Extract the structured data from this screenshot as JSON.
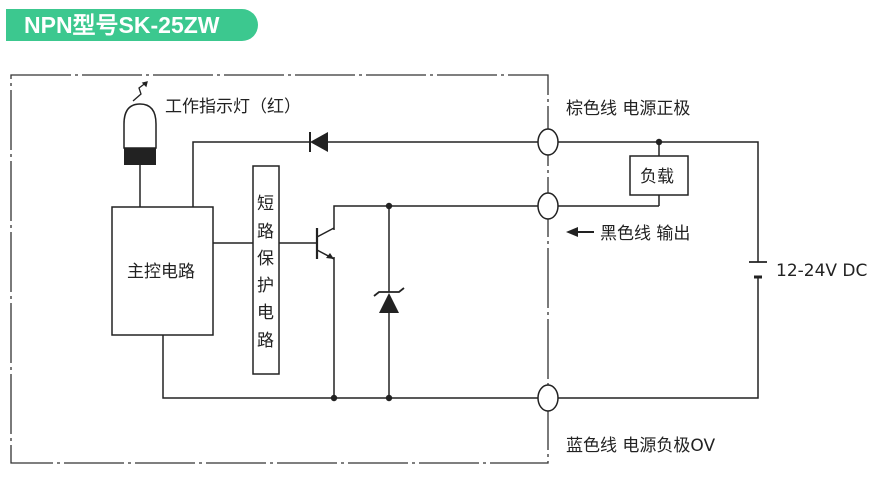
{
  "title": "NPN型号SK-25ZW",
  "labels": {
    "indicator": "工作指示灯（红）",
    "main_circuit": "主控电路",
    "protection": [
      "短",
      "路",
      "保",
      "护",
      "电",
      "路"
    ],
    "brown_wire": "棕色线  电源正极",
    "black_wire": "黑色线  输出",
    "blue_wire": "蓝色线  电源负极OV",
    "load": "负载",
    "supply": "12-24V  DC"
  }
}
